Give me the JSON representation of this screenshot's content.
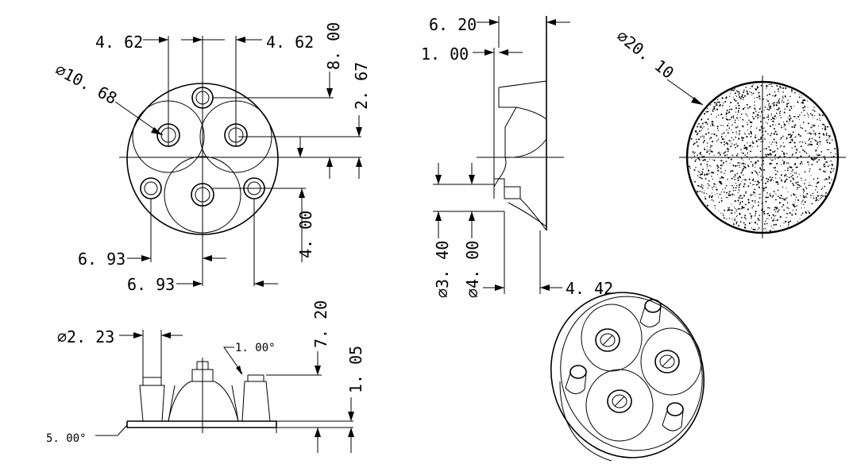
{
  "dimensions": {
    "front_left_4_62": "4. 62",
    "front_right_4_62": "4. 62",
    "front_8_00": "8. 00",
    "front_2_67": "2. 67",
    "front_dia_10_68": "⌀10. 68",
    "front_6_93_a": "6. 93",
    "front_6_93_b": "6. 93",
    "front_4_00": "4. 00",
    "side_6_20": "6. 20",
    "side_1_00": "1. 00",
    "side_dia_3_40": "⌀3. 40",
    "side_dia_4_00": "⌀4. 00",
    "side_4_42": "4. 42",
    "lens_dia_20_10": "⌀20. 10",
    "bottom_dia_2_23": "⌀2. 23",
    "bottom_7_20": "7. 20",
    "bottom_1_05": "1. 05",
    "bottom_angle_1_00": "1. 00°",
    "bottom_angle_5_00": "5. 00°"
  },
  "colors": {
    "ink": "#000000",
    "paper": "#ffffff"
  }
}
